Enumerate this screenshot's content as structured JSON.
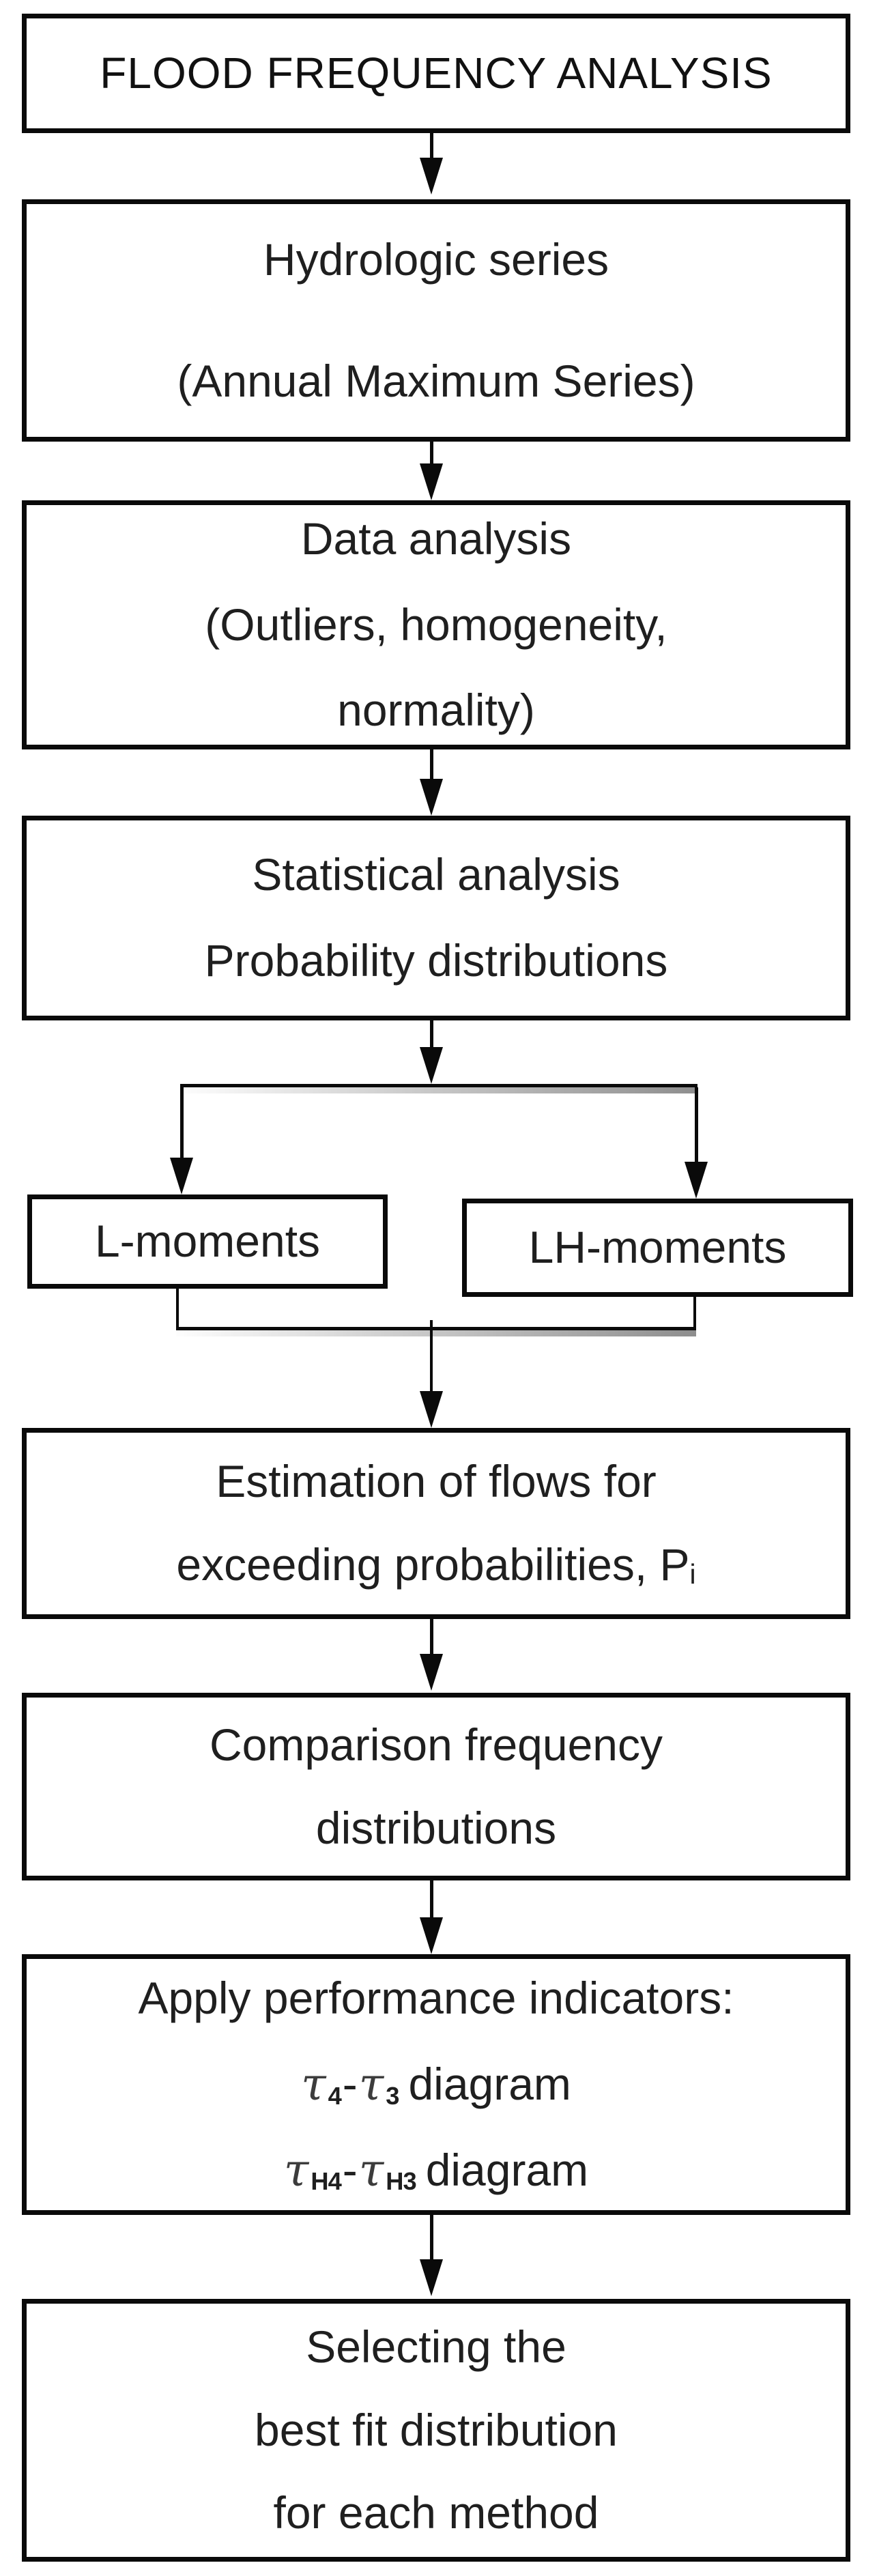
{
  "colors": {
    "background": "#ffffff",
    "line": "#0a0a0a",
    "text": "#1f1f1f",
    "tau": "#3c3c3c"
  },
  "title_box": {
    "label": "FLOOD FREQUENCY ANALYSIS"
  },
  "boxes": {
    "hydrologic": {
      "line1": "Hydrologic series",
      "line2": "(Annual Maximum Series)"
    },
    "data_analysis": {
      "line1": "Data analysis",
      "line2": "(Outliers, homogeneity,",
      "line3": "normality)"
    },
    "statistical": {
      "line1": "Statistical analysis",
      "line2": "Probability distributions"
    },
    "l_moments": {
      "label": "L-moments"
    },
    "lh_moments": {
      "label": "LH-moments"
    },
    "estimation": {
      "line1": "Estimation of flows for",
      "line2_text": "exceeding probabilities, P",
      "line2_sub": "i"
    },
    "comparison": {
      "line1": "Comparison frequency",
      "line2": "distributions"
    },
    "performance": {
      "line1": "Apply performance indicators:",
      "diagram1": {
        "tau1": "τ",
        "sub1": "4",
        "dash": "-",
        "tau2": "τ",
        "sub2": "3",
        "suffix": "diagram"
      },
      "diagram2": {
        "tau1": "τ",
        "sub1": "H4",
        "dash": "-",
        "tau2": "τ",
        "sub2": "H3",
        "suffix": "diagram"
      }
    },
    "selecting": {
      "line1": "Selecting the",
      "line2": "best fit distribution",
      "line3": "for each method"
    }
  }
}
